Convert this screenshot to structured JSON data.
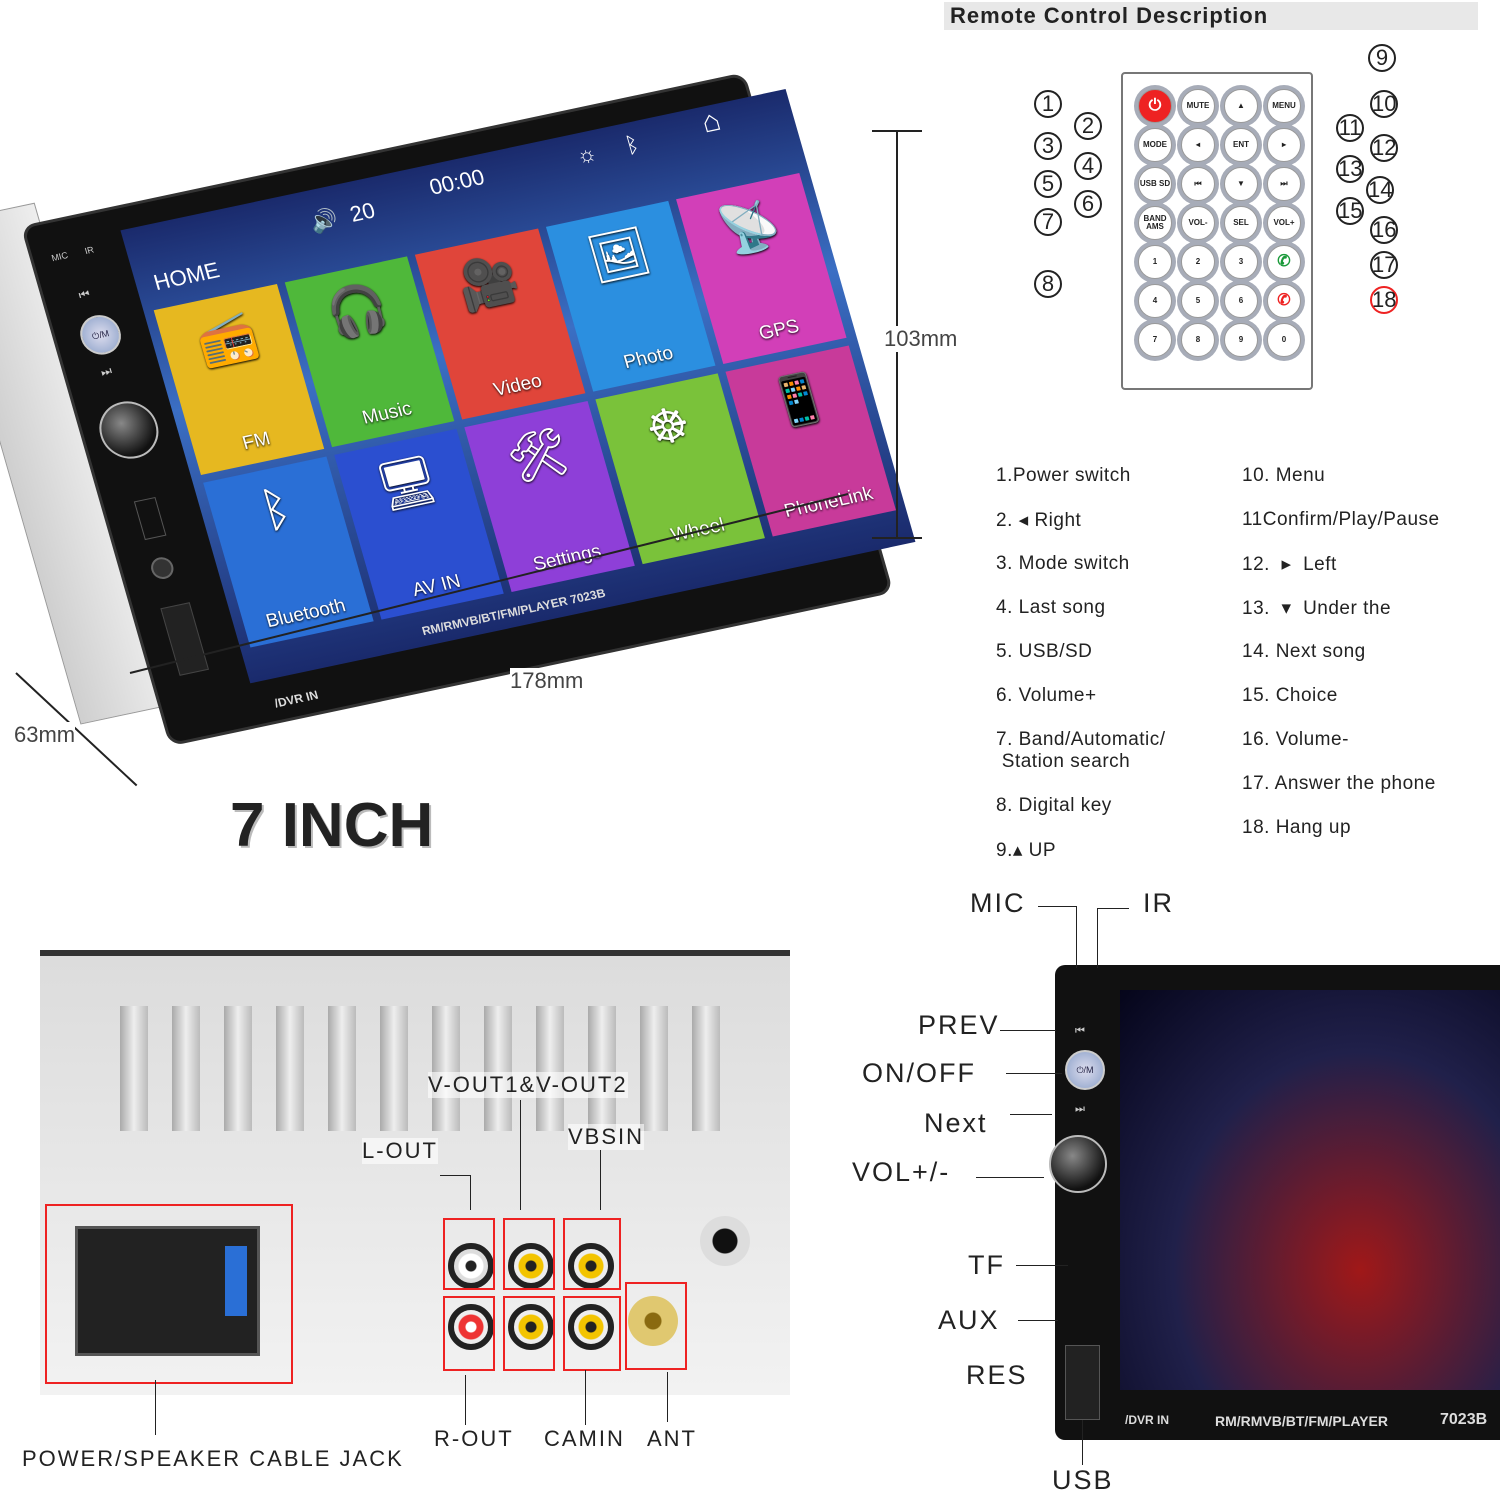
{
  "header": {
    "title": "Remote Control Description"
  },
  "stereo": {
    "status": {
      "home": "HOME",
      "volume": "20",
      "time": "00:00",
      "mic": "MIC",
      "ir": "IR"
    },
    "tiles": [
      {
        "label": "FM",
        "icon": "radio-icon",
        "color": "#e6b820"
      },
      {
        "label": "Music",
        "icon": "headphones-icon",
        "color": "#4fb83a"
      },
      {
        "label": "Video",
        "icon": "camera-icon",
        "color": "#e0453a"
      },
      {
        "label": "Photo",
        "icon": "photo-icon",
        "color": "#2b8fe0"
      },
      {
        "label": "GPS",
        "icon": "satellite-icon",
        "color": "#d23fb8"
      },
      {
        "label": "Bluetooth",
        "icon": "bluetooth-icon",
        "color": "#2a6fd6"
      },
      {
        "label": "AV IN",
        "icon": "monitor-icon",
        "color": "#2b4fd0"
      },
      {
        "label": "Settings",
        "icon": "tools-icon",
        "color": "#8e3fd8"
      },
      {
        "label": "Wheel",
        "icon": "steering-wheel-icon",
        "color": "#7ac23a"
      },
      {
        "label": "PhoneLink",
        "icon": "phone-icon",
        "color": "#c83a9a"
      }
    ],
    "overlay": "7 INCH",
    "model": "RM/RMVB/BT/FM/PLAYER 7023B",
    "dvr": "/DVR IN",
    "power_label": "⏻/M",
    "dims": {
      "height": "103mm",
      "width": "178mm",
      "depth": "63mm"
    }
  },
  "remote": {
    "buttons": [
      "MUTE",
      "MENU",
      "MODE",
      "ENT",
      "USB SD",
      "BAND AMS",
      "VOL-",
      "SEL",
      "VOL+",
      "1",
      "2",
      "3",
      "4",
      "5",
      "6",
      "7",
      "8",
      "9",
      "0"
    ],
    "callouts": [
      "1",
      "2",
      "3",
      "4",
      "5",
      "6",
      "7",
      "8",
      "9",
      "10",
      "11",
      "12",
      "13",
      "14",
      "15",
      "16",
      "17",
      "18"
    ]
  },
  "descriptions": {
    "left": [
      "1.Power switch",
      "2. ◂ Right",
      "3. Mode switch",
      "4. Last song",
      "5. USB/SD",
      "6. Volume+",
      "7. Band/Automatic/\n Station search",
      "8. Digital key",
      "9.▴ UP"
    ],
    "right": [
      "10. Menu",
      "11Confirm/Play/Pause",
      "12.  ▸  Left",
      "13.  ▾  Under the",
      "14. Next song",
      "15. Choice",
      "16. Volume-",
      "17. Answer the phone",
      "18. Hang up"
    ]
  },
  "rear": {
    "labels": {
      "vout": "V-OUT1&V-OUT2",
      "lout": "L-OUT",
      "vbsin": "VBSIN",
      "power": "POWER/SPEAKER CABLE JACK",
      "rout": "R-OUT",
      "camin": "CAMIN",
      "ant": "ANT"
    }
  },
  "front": {
    "labels": {
      "mic": "MIC",
      "ir": "IR",
      "prev": "PREV",
      "onoff": "ON/OFF",
      "next": "Next",
      "vol": "VOL+/-",
      "tf": "TF",
      "aux": "AUX",
      "res": "RES",
      "usb": "USB"
    },
    "model": "RM/RMVB/BT/FM/PLAYER",
    "model_no": "7023B",
    "dvr": "/DVR IN"
  }
}
